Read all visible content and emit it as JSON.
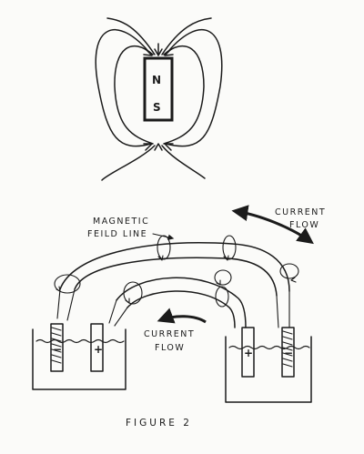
{
  "magnet": {
    "north": "N",
    "south": "S"
  },
  "labels": {
    "magnetic_line1": "MAGNETIC",
    "magnetic_line2": "FEILD LINE",
    "current_top_line1": "CURRENT",
    "current_top_line2": "FLOW",
    "current_mid_line1": "CURRENT",
    "current_mid_line2": "FLOW"
  },
  "cells": {
    "left_cell_neg": "−",
    "left_cell_pos": "+",
    "right_cell_pos": "+",
    "right_cell_neg": "−"
  },
  "caption": "FIGURE 2",
  "colors": {
    "ink": "#1b1b1b",
    "paper": "#fbfbf9"
  }
}
